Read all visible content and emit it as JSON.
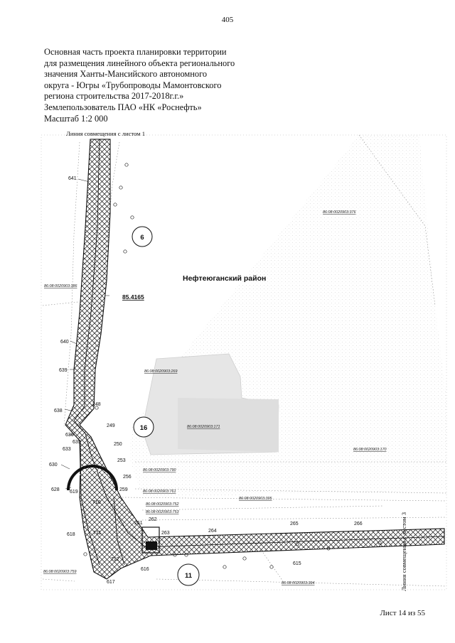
{
  "page_number": "405",
  "header_lines": [
    "Основная часть проекта планировки территории",
    "для размещения линейного объекта регионального",
    "значения Ханты-Мансийского автономного",
    "округа - Югры «Трубопроводы Мамонтовского",
    "региона строительства 2017-2018г.г.»",
    "Землепользователь ПАО «НК «Роснефть»",
    "Масштаб 1:2 000"
  ],
  "map": {
    "seam_top": "Линия совмещения с листом 1",
    "seam_right": "Линия совмещения с листом 3",
    "region": "Нефтеюганский район",
    "boundary_code": "85.4165",
    "circled_numbers": [
      "6",
      "16",
      "11"
    ],
    "point_labels": [
      "641",
      "640",
      "639",
      "638",
      "636",
      "635",
      "633",
      "630",
      "628",
      "619",
      "618",
      "617",
      "616",
      "248",
      "249",
      "250",
      "253",
      "256",
      "259",
      "261",
      "262",
      "263",
      "264",
      "265",
      "266",
      "615",
      "710",
      "711",
      "712"
    ],
    "cadastral_numbers": [
      "86:08:0020903:376",
      "86:08:0020903:386",
      "86:08:0020903:269",
      "86:08:0020903:171",
      "86:08:0020903:170",
      "86:08:0020903:790",
      "86:08:0020903:761",
      "86:08:0020903:395",
      "86:08:0020903:752",
      "86:08:0020903:753",
      "86:08:0020903:759",
      "86:08:0020903:394"
    ]
  },
  "sheet_label": "Лист 14 из 55"
}
